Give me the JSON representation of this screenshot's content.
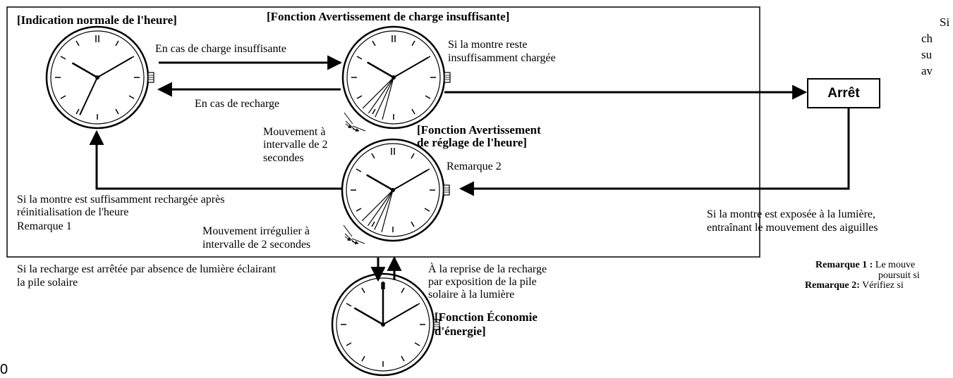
{
  "titles": {
    "normal": "[Indication normale de l'heure]",
    "low_charge": "[Fonction Avertissement de charge insuffisante]",
    "time_setting_1": "[Fonction Avertissement",
    "time_setting_2": "de réglage de l'heure]",
    "power_save_1": "[Fonction Économie",
    "power_save_2": "d'énergie]"
  },
  "labels": {
    "insufficient_charge": "En cas de charge insuffisante",
    "recharge": "En cas de recharge",
    "stays_low_1": "Si la montre reste",
    "stays_low_2": "insuffisamment chargée",
    "two_sec_1": "Mouvement à",
    "two_sec_2": "intervalle de 2",
    "two_sec_3": "secondes",
    "remark2": "Remarque 2",
    "irregular_1": "Mouvement irrégulier à",
    "irregular_2": "intervalle de 2 secondes",
    "recharged_1": "Si la montre est suffisamment rechargée après",
    "recharged_2": "réinitialisation de l'heure",
    "remark1": "Remarque 1",
    "exposed_1": "Si la montre est exposée à la lumière,",
    "exposed_2": "entraînant le mouvement des aiguilles",
    "stopped_1": "Si la recharge est arrêtée par absence de lumière éclairant",
    "stopped_2": "la pile solaire",
    "resume_1": "À la reprise de la recharge",
    "resume_2": "par exposition de la pile",
    "resume_3": "solaire à la lumière",
    "stop": "Arrêt"
  },
  "side_text": [
    "Si",
    "ch",
    "su",
    "av"
  ],
  "notes": {
    "r1_label": "Remarque 1 :",
    "r1_text": "Le mouve",
    "r1_cont": "poursuit si",
    "r2_label": "Remarque 2:",
    "r2_text": "Vérifiez si"
  },
  "page_number": "0"
}
